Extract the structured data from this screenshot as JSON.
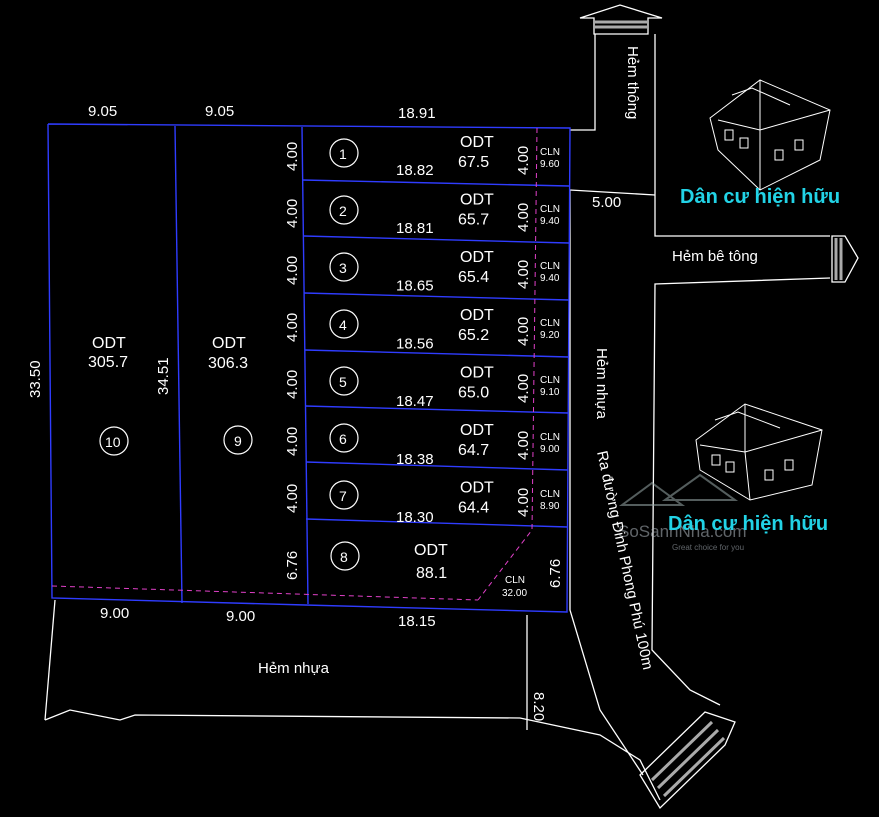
{
  "colors": {
    "background": "#000000",
    "lot_lines": "#2f3cff",
    "road_lines": "#ffffff",
    "cln_boundary": "#e040c8",
    "residential_label": "#22d3e6"
  },
  "streets": {
    "hem_thong": "Hẻm thông",
    "hem_be_tong": "Hẻm bê tông",
    "hem_nhua_right": "Hẻm nhựa",
    "hem_nhua_bottom": "Hẻm nhựa",
    "ra_duong": "Ra đường Đinh Phong Phú 100m"
  },
  "residential": {
    "top": "Dân cư hiện hữu",
    "bottom": "Dân cư hiện hữu"
  },
  "watermark": {
    "brand": "SoSanhNha.com",
    "tagline": "Great choice for you"
  },
  "dims": {
    "top_10": "9.05",
    "top_9": "9.05",
    "top_main": "18.91",
    "bottom_10": "9.00",
    "bottom_9": "9.00",
    "bottom_main": "18.15",
    "left_10": "33.50",
    "left_9": "34.51",
    "alley_width": "5.00",
    "road_offset": "8.20",
    "lot8_right": "6.76"
  },
  "big_lots": [
    {
      "num": "10",
      "use": "ODT",
      "area": "305.7"
    },
    {
      "num": "9",
      "use": "ODT",
      "area": "306.3"
    }
  ],
  "lots": [
    {
      "num": "1",
      "use": "ODT",
      "area": "67.5",
      "length": "18.82",
      "width": "4.00",
      "cln_width": "4.00",
      "cln": "CLN",
      "cln_area": "9.60"
    },
    {
      "num": "2",
      "use": "ODT",
      "area": "65.7",
      "length": "18.81",
      "width": "4.00",
      "cln_width": "4.00",
      "cln": "CLN",
      "cln_area": "9.40"
    },
    {
      "num": "3",
      "use": "ODT",
      "area": "65.4",
      "length": "18.65",
      "width": "4.00",
      "cln_width": "4.00",
      "cln": "CLN",
      "cln_area": "9.40"
    },
    {
      "num": "4",
      "use": "ODT",
      "area": "65.2",
      "length": "18.56",
      "width": "4.00",
      "cln_width": "4.00",
      "cln": "CLN",
      "cln_area": "9.20"
    },
    {
      "num": "5",
      "use": "ODT",
      "area": "65.0",
      "length": "18.47",
      "width": "4.00",
      "cln_width": "4.00",
      "cln": "CLN",
      "cln_area": "9.10"
    },
    {
      "num": "6",
      "use": "ODT",
      "area": "64.7",
      "length": "18.38",
      "width": "4.00",
      "cln_width": "4.00",
      "cln": "CLN",
      "cln_area": "9.00"
    },
    {
      "num": "7",
      "use": "ODT",
      "area": "64.4",
      "length": "18.30",
      "width": "4.00",
      "cln_width": "4.00",
      "cln": "CLN",
      "cln_area": "8.90"
    }
  ],
  "lot8": {
    "num": "8",
    "use": "ODT",
    "area": "88.1",
    "width": "6.76",
    "cln": "CLN",
    "cln_area": "32.00"
  }
}
